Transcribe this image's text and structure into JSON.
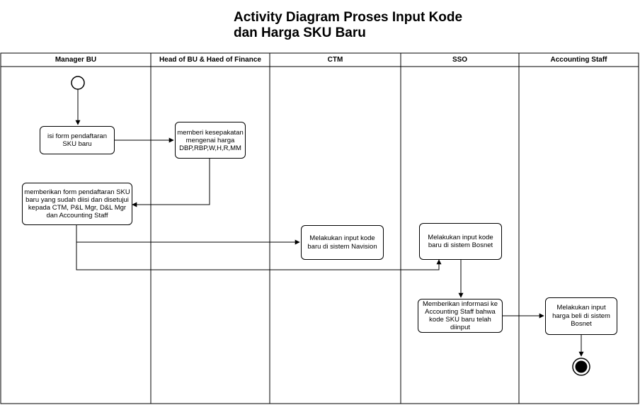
{
  "title": {
    "line1": "Activity Diagram Proses Input Kode",
    "line2": "dan Harga SKU Baru"
  },
  "lanes": [
    {
      "id": "manager-bu",
      "label": "Manager BU"
    },
    {
      "id": "head-bu-finance",
      "label": "Head of BU & Haed of Finance"
    },
    {
      "id": "ctm",
      "label": "CTM"
    },
    {
      "id": "sso",
      "label": "SSO"
    },
    {
      "id": "accounting-staff",
      "label": "Accounting Staff"
    }
  ],
  "nodes": {
    "isi_form": "isi form pendaftaran SKU baru",
    "memberi_kesepakatan": "memberi kesepakatan mengenai harga DBP,RBP,W,H,R,MM",
    "memberikan_form": "memberikan form pendaftaran SKU baru yang sudah diisi dan disetujui kepada CTM, P&L Mgr, D&L Mgr dan Accounting Staff",
    "input_navision": "Melakukan input kode baru di sistem Navision",
    "input_bosnet_sso": "Melakukan input kode baru di sistem Bosnet",
    "memberikan_informasi": "Memberikan informasi ke Accounting Staff bahwa kode SKU baru telah diinput",
    "input_harga_bosnet": "Melakukan input harga beli di sistem Bosnet"
  }
}
